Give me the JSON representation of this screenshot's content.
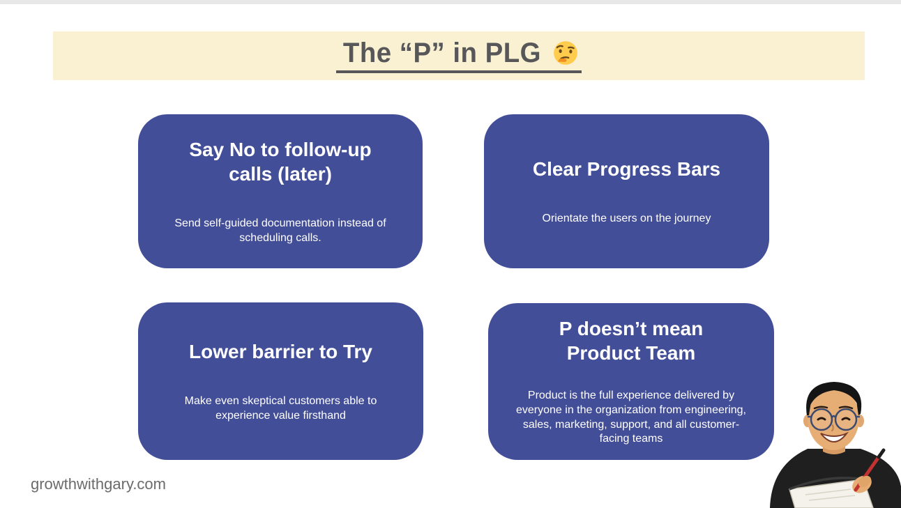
{
  "banner": {
    "title": "The “P” in PLG",
    "emoji_name": "thinking-face",
    "bg_color": "#faf1d2",
    "text_color": "#57575a"
  },
  "cards": [
    {
      "title": "Say No to follow-up\ncalls (later)",
      "body": "Send self-guided documentation instead of scheduling calls."
    },
    {
      "title": "Clear Progress Bars",
      "body": "Orientate the users on the journey"
    },
    {
      "title": "Lower barrier to Try",
      "body": "Make even skeptical customers able to experience value firsthand"
    },
    {
      "title": "P doesn’t mean\nProduct Team",
      "body": "Product is the full experience delivered by everyone in the organization from engineering, sales, marketing, support, and all customer-facing teams"
    }
  ],
  "footer": {
    "website": "growthwithgary.com"
  },
  "images": {
    "presenter_photo": "smiling-man-with-glasses-holding-pen-over-notebook"
  },
  "colors": {
    "card_bg": "#434e98",
    "card_text": "#ffffff",
    "banner_bg": "#faf1d2",
    "title_text": "#57575a",
    "footer_text": "#6b6b6b",
    "top_strip": "#e8e8e8",
    "page_bg": "#ffffff"
  }
}
